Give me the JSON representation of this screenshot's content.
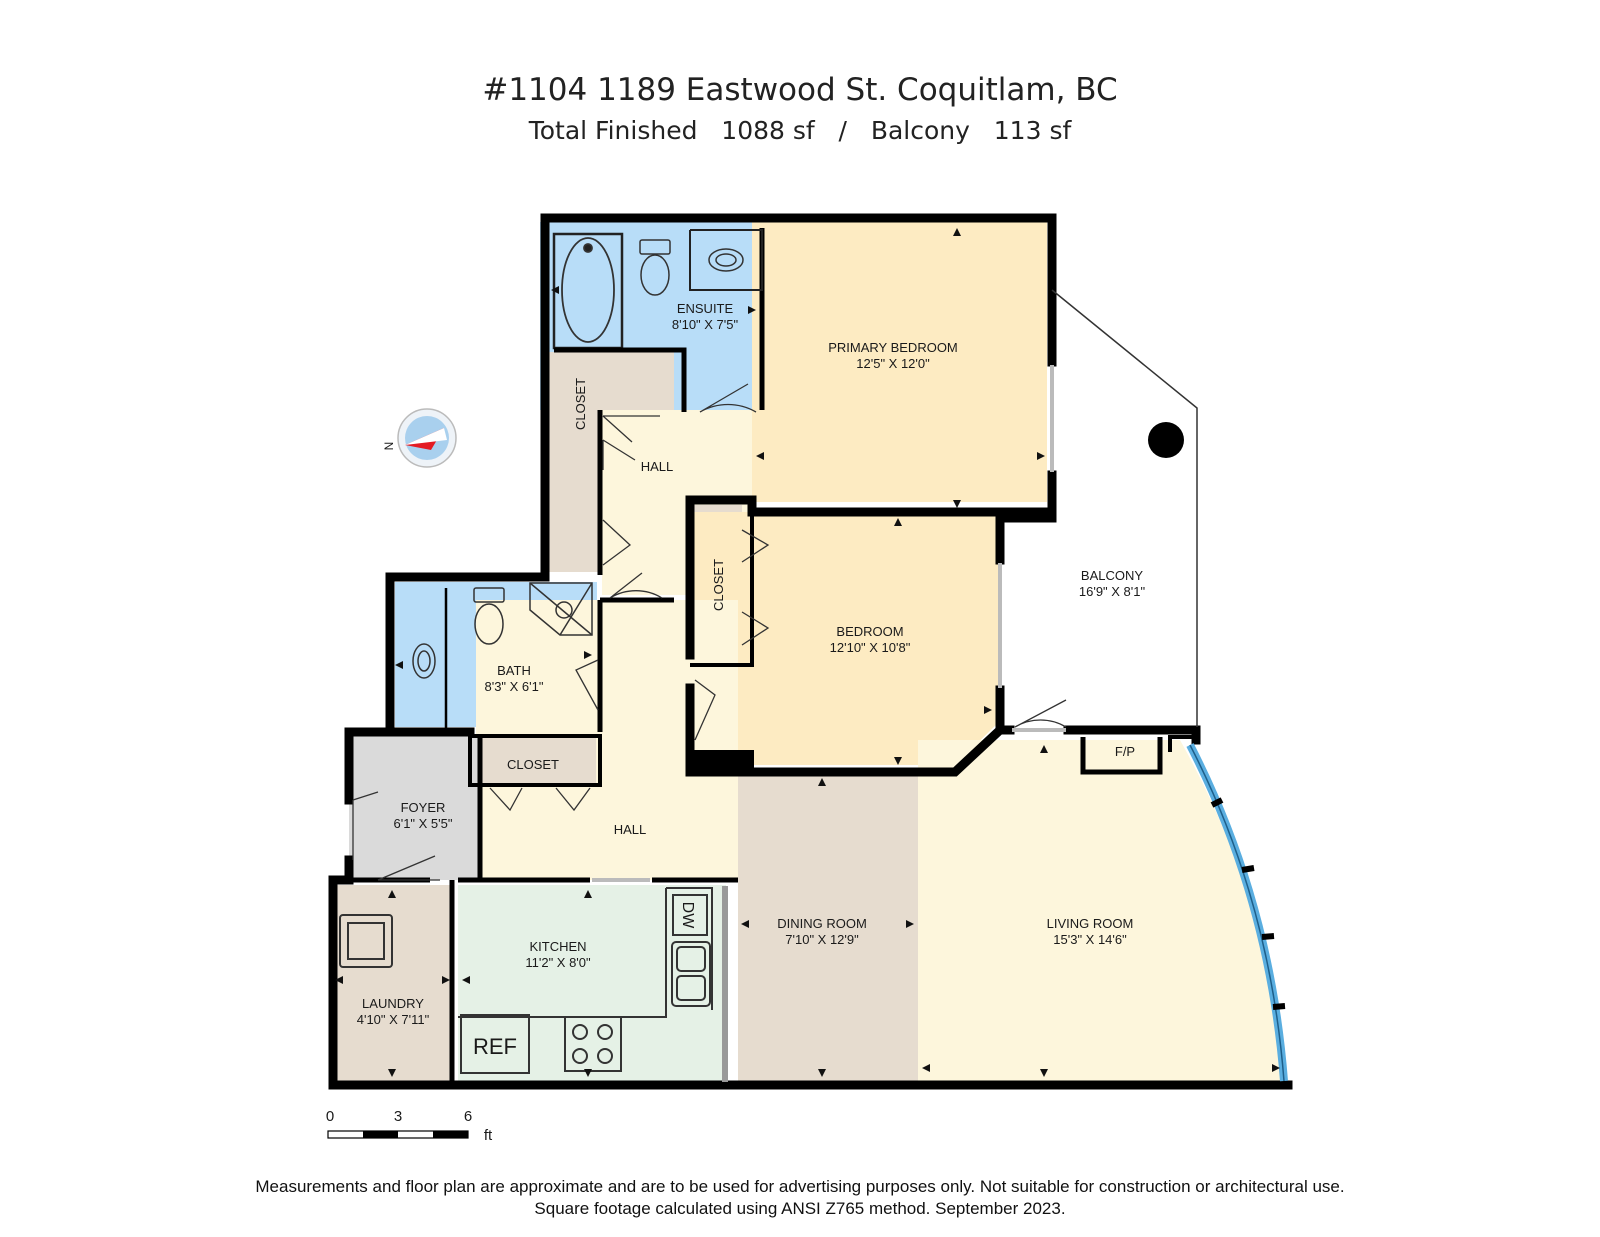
{
  "header": {
    "title": "#1104 1189 Eastwood St. Coquitlam, BC",
    "finished_label": "Total Finished",
    "finished_value": "1088 sf",
    "separator": "/",
    "balcony_label": "Balcony",
    "balcony_value": "113 sf"
  },
  "rooms": [
    {
      "key": "ensuite",
      "name": "ENSUITE",
      "dims": "8'10\" X 7'5\""
    },
    {
      "key": "primary",
      "name": "PRIMARY BEDROOM",
      "dims": "12'5\" X 12'0\""
    },
    {
      "key": "balcony",
      "name": "BALCONY",
      "dims": "16'9\" X 8'1\""
    },
    {
      "key": "bedroom",
      "name": "BEDROOM",
      "dims": "12'10\" X 10'8\""
    },
    {
      "key": "bath",
      "name": "BATH",
      "dims": "8'3\" X 6'1\""
    },
    {
      "key": "foyer",
      "name": "FOYER",
      "dims": "6'1\" X 5'5\""
    },
    {
      "key": "kitchen",
      "name": "KITCHEN",
      "dims": "11'2\" X 8'0\""
    },
    {
      "key": "laundry",
      "name": "LAUNDRY",
      "dims": "4'10\" X 7'11\""
    },
    {
      "key": "dining",
      "name": "DINING ROOM",
      "dims": "7'10\" X 12'9\""
    },
    {
      "key": "living",
      "name": "LIVING ROOM",
      "dims": "15'3\" X 14'6\""
    }
  ],
  "labels": {
    "closet": "CLOSET",
    "hall": "HALL",
    "fp": "F/P",
    "dw": "DW",
    "ref": "REF"
  },
  "compass": {
    "letter": "N"
  },
  "scale_bar": {
    "ticks": [
      "0",
      "3",
      "6"
    ],
    "unit": "ft"
  },
  "colors": {
    "wall": "#000000",
    "bedroom": "#fdebc2",
    "wet_room": "#b8ddf8",
    "hall": "#fdf6dc",
    "closet": "#e6dccf",
    "dining": "#e6dccf",
    "living": "#fdf6dc",
    "kitchen": "#e5f1e6",
    "foyer": "#dadada",
    "window": "#5aaee0",
    "compass_arrow": "#e31b23"
  },
  "footer": {
    "line1": "Measurements and floor plan are approximate and are to be used for advertising purposes only. Not suitable for construction or architectural use.",
    "line2": "Square footage calculated using ANSI Z765 method. September 2023."
  }
}
